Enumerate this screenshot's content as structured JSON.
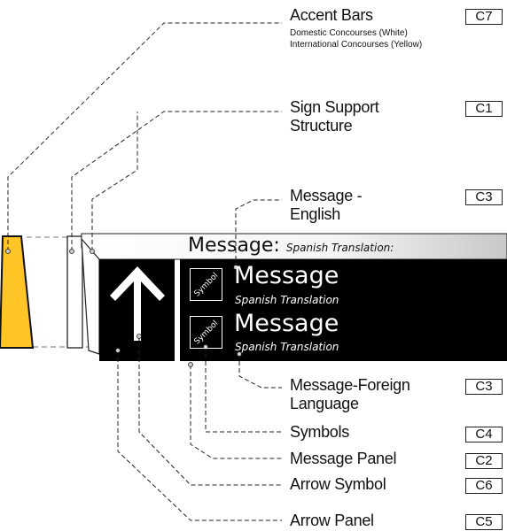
{
  "sign": {
    "header_message": "Message:",
    "header_translation": "Spanish Translation:",
    "rows": [
      {
        "message": "Message",
        "translation": "Spanish Translation",
        "symbol": "Symbol"
      },
      {
        "message": "Message",
        "translation": "Spanish Translation",
        "symbol": "Symbol"
      }
    ],
    "arrow_icon": "up-arrow-icon",
    "colors": {
      "accent_bar": "#FFC425",
      "panel": "#000000",
      "header_gradient_end": "#C8C8C8"
    }
  },
  "callouts": [
    {
      "title": "Accent Bars",
      "subtitle": "Domestic Concourses (White)",
      "subtitle2": "International Concourses (Yellow)",
      "code": "C7"
    },
    {
      "title": "Sign Support",
      "title2": "Structure",
      "code": "C1"
    },
    {
      "title": "Message -",
      "title2": "English",
      "code": "C3"
    },
    {
      "title": "Message-Foreign",
      "title2": "Language",
      "code": "C3"
    },
    {
      "title": "Symbols",
      "code": "C4"
    },
    {
      "title": "Message Panel",
      "code": "C2"
    },
    {
      "title": "Arrow Symbol",
      "code": "C6"
    },
    {
      "title": "Arrow Panel",
      "code": "C5"
    }
  ]
}
